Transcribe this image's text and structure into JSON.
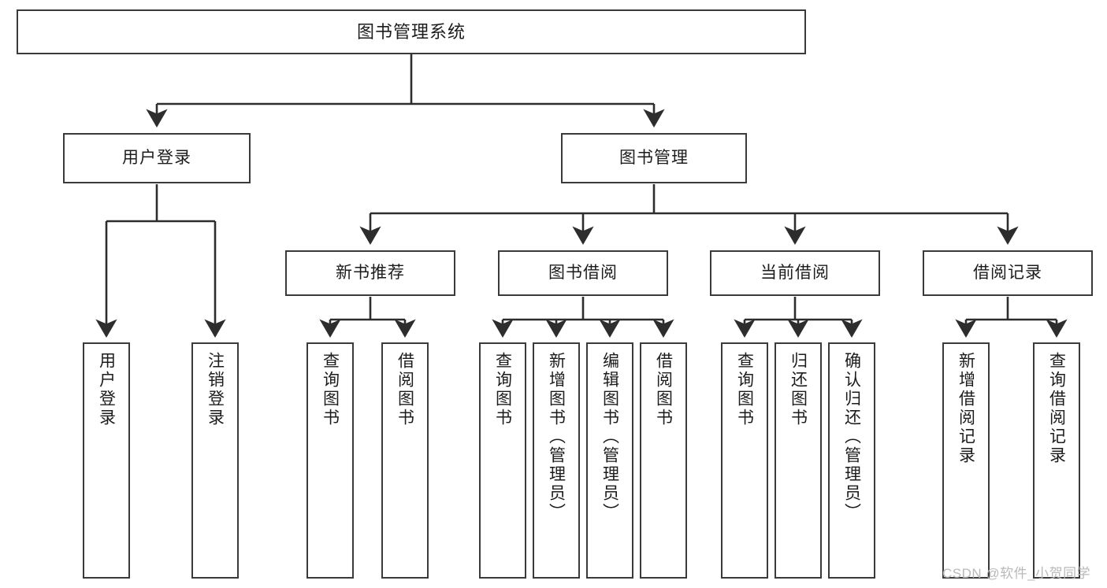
{
  "diagram": {
    "title": "图书管理系统",
    "type": "functional-structure-tree",
    "root": {
      "label": "图书管理系统",
      "children": [
        {
          "label": "用户登录",
          "children": [
            {
              "label": "用户登录"
            },
            {
              "label": "注销登录"
            }
          ]
        },
        {
          "label": "图书管理",
          "children": [
            {
              "label": "新书推荐",
              "children": [
                {
                  "label": "查询图书"
                },
                {
                  "label": "借阅图书"
                }
              ]
            },
            {
              "label": "图书借阅",
              "children": [
                {
                  "label": "查询图书"
                },
                {
                  "label": "新增图书（管理员）"
                },
                {
                  "label": "编辑图书（管理员）"
                },
                {
                  "label": "借阅图书"
                }
              ]
            },
            {
              "label": "当前借阅",
              "children": [
                {
                  "label": "查询图书"
                },
                {
                  "label": "归还图书"
                },
                {
                  "label": "确认归还（管理员）"
                }
              ]
            },
            {
              "label": "借阅记录",
              "children": [
                {
                  "label": "新增借阅记录"
                },
                {
                  "label": "查询借阅记录"
                }
              ]
            }
          ]
        }
      ]
    }
  },
  "nodes": {
    "root": "图书管理系统",
    "user_login": "用户登录",
    "book_manage": "图书管理",
    "new_book_rec": "新书推荐",
    "book_borrow": "图书借阅",
    "current_borrow": "当前借阅",
    "borrow_record": "借阅记录",
    "leaf_user_login": "用户登录",
    "leaf_logout": "注销登录",
    "leaf_rec_query": "查询图书",
    "leaf_rec_borrow": "借阅图书",
    "leaf_borrow_query": "查询图书",
    "leaf_borrow_add": "新增图书（管理员）",
    "leaf_borrow_edit": "编辑图书（管理员）",
    "leaf_borrow_take": "借阅图书",
    "leaf_cur_query": "查询图书",
    "leaf_cur_return": "归还图书",
    "leaf_cur_confirm": "确认归还（管理员）",
    "leaf_rec_add": "新增借阅记录",
    "leaf_rec_search": "查询借阅记录"
  },
  "watermark": {
    "text": "CSDN @软件_小贺同学"
  },
  "colors": {
    "stroke": "#3a3a3a",
    "background": "#ffffff",
    "text": "#1c1c1c",
    "watermark": "#b9b9b9"
  }
}
